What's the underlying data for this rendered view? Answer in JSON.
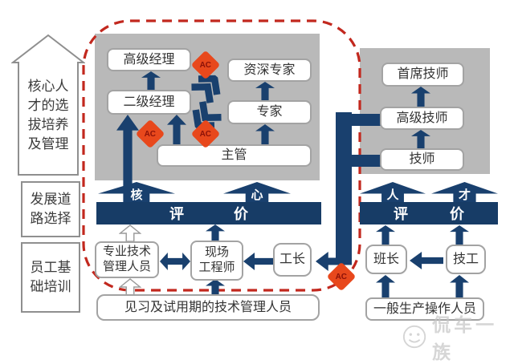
{
  "colors": {
    "navy": "#19406e",
    "bar_navy": "#173c66",
    "panel_gray": "#b9b9b9",
    "dashed_red": "#c2281e",
    "ac_orange": "#e8481c"
  },
  "ac_badge": "AC",
  "left_rail": {
    "stage_top": "核心人\n才的选\n拔培养\n及管理",
    "stage_mid": "发展道\n路选择",
    "stage_bottom": "员工基\n础培训"
  },
  "management_track": {
    "senior_manager": "高级经理",
    "senior_expert": "资深专家",
    "second_manager": "二级经理",
    "expert": "专家",
    "supervisor": "主管"
  },
  "core_eval": {
    "word_char1": "核",
    "word_char2": "心",
    "bar_label": "评价"
  },
  "entry_layer": {
    "pro_tech_staff": "专业技术\n管理人员",
    "field_engineer": "现场\n工程师",
    "foreman": "工长",
    "trainee": "见习及试用期的技术管理人员"
  },
  "technician_track": {
    "chief_technician": "首席技师",
    "senior_technician": "高级技师",
    "technician": "技师"
  },
  "talent_eval": {
    "word_char1": "人",
    "word_char2": "才",
    "bar_label": "评价"
  },
  "worker_layer": {
    "team_leader": "班长",
    "skilled_worker": "技工",
    "operators": "一般生产操作人员"
  },
  "watermark": "侃车一族"
}
